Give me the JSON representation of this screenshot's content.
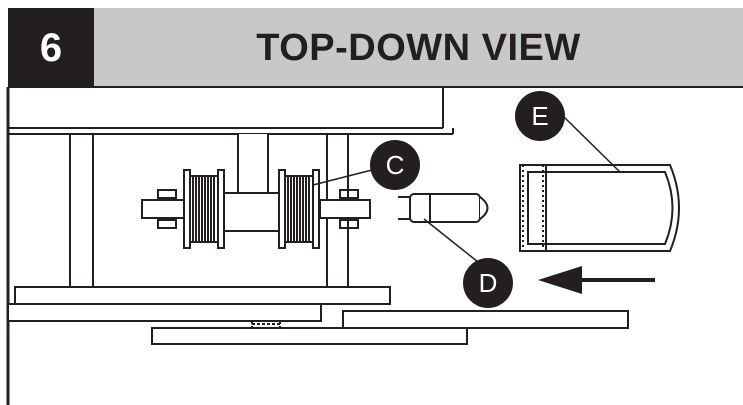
{
  "header": {
    "step_number": "6",
    "title": "TOP-DOWN VIEW"
  },
  "callouts": {
    "c": "C",
    "d": "D",
    "e": "E"
  },
  "colors": {
    "ink": "#231f20",
    "header_bg": "#c8c8c8",
    "paper": "#ffffff"
  },
  "icons": {
    "direction": "arrow-left-icon"
  }
}
